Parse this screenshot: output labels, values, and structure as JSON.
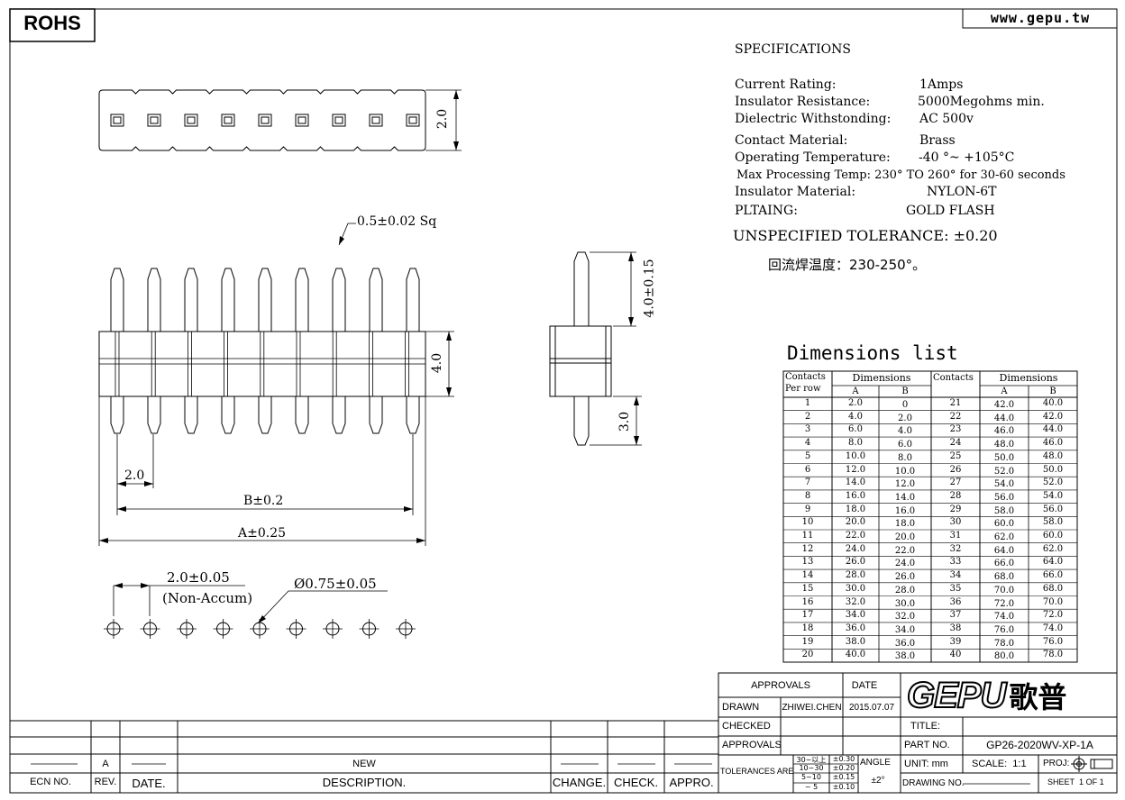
{
  "header": {
    "rohs_label": "ROHS",
    "website": "www.gepu.tw"
  },
  "specs": {
    "title": "SPECIFICATIONS",
    "rows": [
      {
        "label": "Current Rating:",
        "value": "1Amps"
      },
      {
        "label": "Insulator Resistance:",
        "value": "5000Megohms min."
      },
      {
        "label": "Dielectric Withstonding:",
        "value": "AC 500v"
      },
      {
        "label": "Contact Material:",
        "value": "Brass"
      },
      {
        "label": "Operating Temperature:",
        "value": "-40 °~ +105°C"
      },
      {
        "label": "Max Processing Temp:",
        "value": "230° TO 260° for 30-60 seconds"
      },
      {
        "label": "Insulator Material:",
        "value": "NYLON-6T"
      },
      {
        "label": "PLTAING:",
        "value": "GOLD FLASH"
      }
    ],
    "tolerance": "UNSPECIFIED TOLERANCE: ±0.20",
    "reflow": "回流焊温度：230-250°。"
  },
  "dimensions": {
    "top_view_height": "2.0",
    "pin_size": "0.5±0.02 Sq",
    "body_height": "4.0",
    "pitch": "2.0",
    "dim_b": "B±0.2",
    "dim_a": "A±0.25",
    "side_top_pin": "4.0±0.15",
    "side_bottom_pin": "3.0",
    "footprint_pitch": "2.0±0.05",
    "footprint_note": "(Non-Accum)",
    "hole_dia": "Ø0.75±0.05"
  },
  "dim_list": {
    "title": "Dimensions list",
    "h_contacts": "Contacts",
    "h_per_row": "Per row",
    "h_dimensions": "Dimensions",
    "h_a": "A",
    "h_b": "B",
    "left": [
      [
        "1",
        "2.0",
        "0"
      ],
      [
        "2",
        "4.0",
        "2.0"
      ],
      [
        "3",
        "6.0",
        "4.0"
      ],
      [
        "4",
        "8.0",
        "6.0"
      ],
      [
        "5",
        "10.0",
        "8.0"
      ],
      [
        "6",
        "12.0",
        "10.0"
      ],
      [
        "7",
        "14.0",
        "12.0"
      ],
      [
        "8",
        "16.0",
        "14.0"
      ],
      [
        "9",
        "18.0",
        "16.0"
      ],
      [
        "10",
        "20.0",
        "18.0"
      ],
      [
        "11",
        "22.0",
        "20.0"
      ],
      [
        "12",
        "24.0",
        "22.0"
      ],
      [
        "13",
        "26.0",
        "24.0"
      ],
      [
        "14",
        "28.0",
        "26.0"
      ],
      [
        "15",
        "30.0",
        "28.0"
      ],
      [
        "16",
        "32.0",
        "30.0"
      ],
      [
        "17",
        "34.0",
        "32.0"
      ],
      [
        "18",
        "36.0",
        "34.0"
      ],
      [
        "19",
        "38.0",
        "36.0"
      ],
      [
        "20",
        "40.0",
        "38.0"
      ]
    ],
    "right": [
      [
        "21",
        "42.0",
        "40.0"
      ],
      [
        "22",
        "44.0",
        "42.0"
      ],
      [
        "23",
        "46.0",
        "44.0"
      ],
      [
        "24",
        "48.0",
        "46.0"
      ],
      [
        "25",
        "50.0",
        "48.0"
      ],
      [
        "26",
        "52.0",
        "50.0"
      ],
      [
        "27",
        "54.0",
        "52.0"
      ],
      [
        "28",
        "56.0",
        "54.0"
      ],
      [
        "29",
        "58.0",
        "56.0"
      ],
      [
        "30",
        "60.0",
        "58.0"
      ],
      [
        "31",
        "62.0",
        "60.0"
      ],
      [
        "32",
        "64.0",
        "62.0"
      ],
      [
        "33",
        "66.0",
        "64.0"
      ],
      [
        "34",
        "68.0",
        "66.0"
      ],
      [
        "35",
        "70.0",
        "68.0"
      ],
      [
        "36",
        "72.0",
        "70.0"
      ],
      [
        "37",
        "74.0",
        "72.0"
      ],
      [
        "38",
        "76.0",
        "74.0"
      ],
      [
        "39",
        "78.0",
        "76.0"
      ],
      [
        "40",
        "80.0",
        "78.0"
      ]
    ]
  },
  "revision": {
    "rev_value": "A",
    "desc_value": "NEW",
    "h_ecn": "ECN NO.",
    "h_rev": "REV.",
    "h_date": "DATE.",
    "h_desc": "DESCRIPTION.",
    "h_change": "CHANGE.",
    "h_check": "CHECK.",
    "h_appro": "APPRO."
  },
  "title_block": {
    "approvals": "APPROVALS",
    "date": "DATE",
    "drawn": "DRAWN",
    "drawn_by": "ZHIWEI.CHEN",
    "drawn_date": "2015.07.07",
    "checked": "CHECKED",
    "approvals2": "APPROVALS",
    "logo": "GEPU",
    "logo_cn": "歌普",
    "title_label": "TITLE:",
    "part_no_label": "PART NO.",
    "part_no": "GP26-2020WV-XP-1A",
    "tolerances_label": "TOLERANCES ARE",
    "tol_rows": [
      [
        "30~以上",
        "±0.30"
      ],
      [
        "10~30",
        "±0.20"
      ],
      [
        "5~10",
        "±0.15"
      ],
      [
        "~ 5",
        "±0.10"
      ]
    ],
    "angle_label": "ANGLE",
    "angle_value": "±2°",
    "unit_label": "UNIT:",
    "unit_value": "mm",
    "scale_label": "SCALE:",
    "scale_value": "1:1",
    "proj_label": "PROJ:",
    "drawing_no_label": "DRAWING NO.",
    "sheet_label": "SHEET",
    "sheet_value": "1",
    "of_label": "OF",
    "of_value": "1"
  }
}
